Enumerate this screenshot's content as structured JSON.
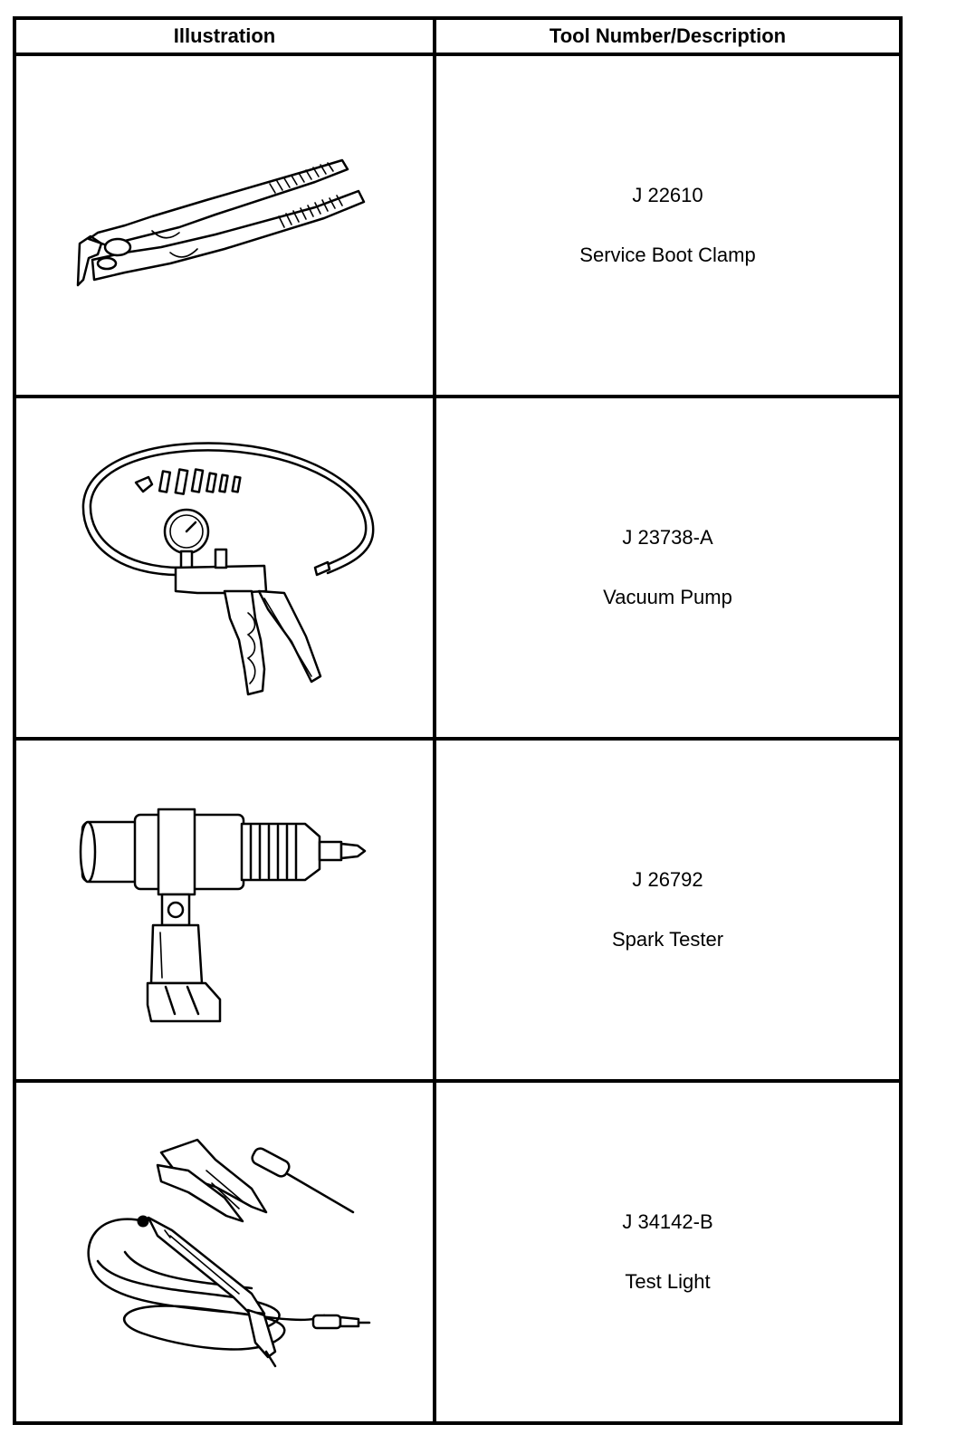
{
  "table": {
    "headers": {
      "illustration": "Illustration",
      "tool": "Tool Number/Description"
    },
    "rows": [
      {
        "number": "J 22610",
        "description": "Service Boot Clamp",
        "icon": "boot-clamp-pliers-icon"
      },
      {
        "number": "J 23738-A",
        "description": "Vacuum Pump",
        "icon": "vacuum-pump-icon"
      },
      {
        "number": "J 26792",
        "description": "Spark Tester",
        "icon": "spark-tester-icon"
      },
      {
        "number": "J 34142-B",
        "description": "Test Light",
        "icon": "test-light-icon"
      }
    ]
  }
}
